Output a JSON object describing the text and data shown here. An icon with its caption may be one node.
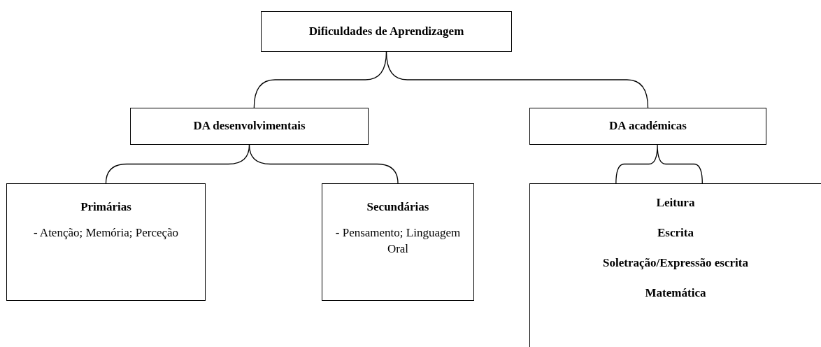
{
  "diagram": {
    "nodes": [
      {
        "text": [
          "Dificuldades de Aprendizagem"
        ]
      },
      {
        "text": [
          "DA desenvolvimentais"
        ]
      },
      {
        "text": [
          "DA académicas"
        ]
      },
      {
        "text": [
          "Primárias",
          "- Atenção; Memória; Perceção"
        ]
      },
      {
        "text": [
          "Secundárias",
          "- Pensamento; Linguagem Oral"
        ]
      },
      {
        "text": [
          "Leitura",
          "Escrita",
          "Soletração/Expressão escrita",
          "Matemática"
        ]
      }
    ],
    "edges": [
      {
        "from": 0,
        "to": 1,
        "arrow": "none"
      },
      {
        "from": 0,
        "to": 2,
        "arrow": "none"
      },
      {
        "from": 1,
        "to": 3,
        "arrow": "none"
      },
      {
        "from": 1,
        "to": 4,
        "arrow": "none"
      },
      {
        "from": 2,
        "to": 5,
        "arrow": "none"
      }
    ]
  }
}
